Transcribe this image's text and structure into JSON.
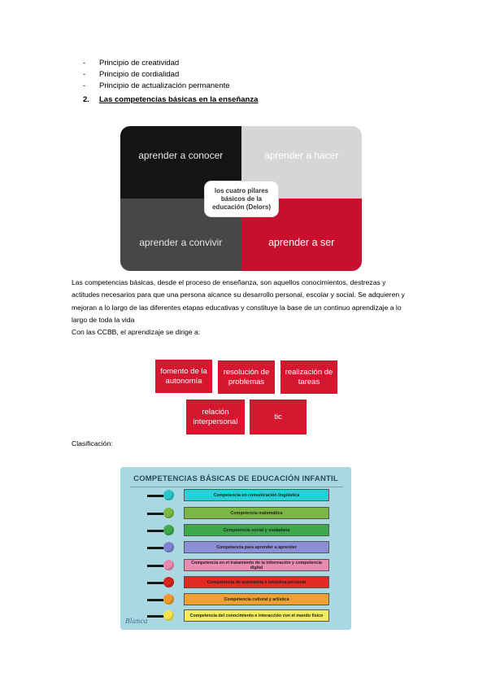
{
  "bullets": [
    "Principio de creatividad",
    "Principio de cordialidad",
    "Principio de actualización permanente"
  ],
  "bullet_dash": "-",
  "heading": {
    "number": "2.",
    "title": "Las competencias básicas en la enseñanza"
  },
  "pillars": {
    "top_left": "aprender a conocer",
    "top_right": "aprender a hacer",
    "bottom_left": "aprender a convivir",
    "bottom_right": "aprender a ser",
    "center": "los cuatro pilares básicos de la educación (Delors)"
  },
  "paragraph": "Las competencias básicas, desde el proceso de enseñanza, son aquellos conocimientos, destrezas y actitudes necesarios para que una persona alcance su desarrollo personal, escolar y social. Se adquieren y mejoran a lo largo de las diferentes etapas educativas y constituye la base de un continuo aprendizaje a lo largo de toda la vida",
  "intro": "Con las CCBB, el aprendizaje se dirige a:",
  "goals": [
    "fomento de la autonomía",
    "resolución de problemas",
    "realización de tareas",
    "relación interpersonal",
    "tic"
  ],
  "classification_label": "Clasificación:",
  "competencias": {
    "title": "COMPETENCIAS BÁSICAS DE EDUCACIÓN INFANTIL",
    "items": [
      {
        "label": "Competencia en comunicación lingüística",
        "bar_color": "#1fd3d8",
        "knob_color": "#29c7c9"
      },
      {
        "label": "Competencia matemática",
        "bar_color": "#7ab743",
        "knob_color": "#7ab743"
      },
      {
        "label": "Competencia social y ciudadana",
        "bar_color": "#3ea84a",
        "knob_color": "#3ea84a"
      },
      {
        "label": "Competencia para aprender a aprender",
        "bar_color": "#8a8fd8",
        "knob_color": "#7f83d0"
      },
      {
        "label": "Competencia en el tratamiento de la información y competencia digital",
        "bar_color": "#ec8bb0",
        "knob_color": "#e889ad"
      },
      {
        "label": "Competencia de autonomía e iniciativa personal",
        "bar_color": "#e02a22",
        "knob_color": "#d8231c"
      },
      {
        "label": "Competencia cultural y artística",
        "bar_color": "#f0a030",
        "knob_color": "#ee9a2a"
      },
      {
        "label": "Competencia del conocimiento e interacción con el mundo físico",
        "bar_color": "#f5ec5a",
        "knob_color": "#f3e34a"
      }
    ],
    "signature": "Blanca"
  }
}
